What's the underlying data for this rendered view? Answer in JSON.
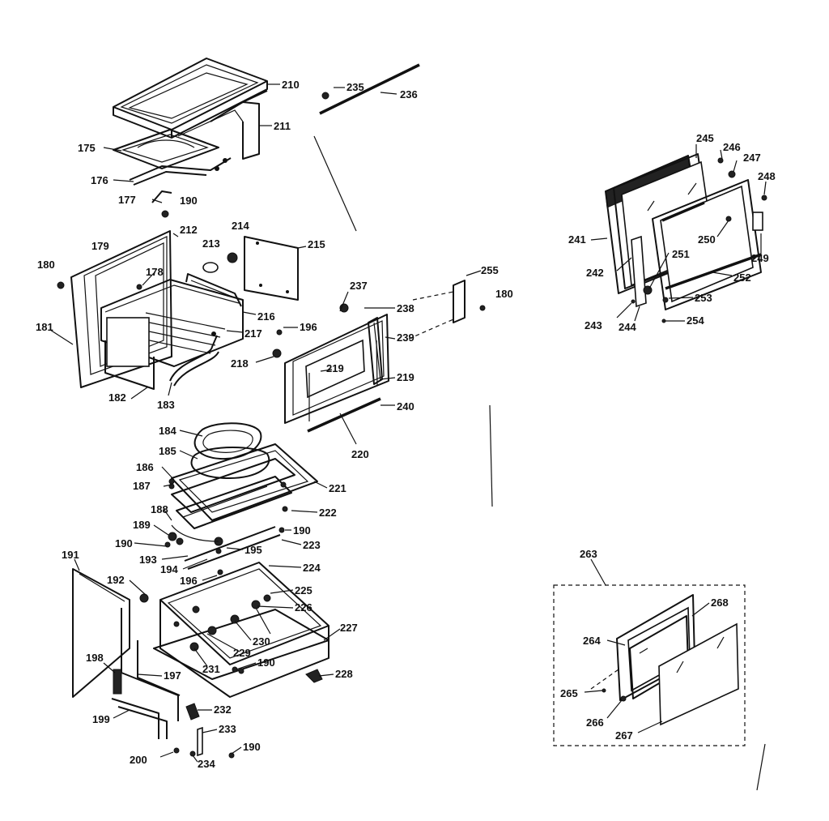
{
  "parts": [
    {
      "id": "p210",
      "label": "210"
    },
    {
      "id": "p211",
      "label": "211"
    },
    {
      "id": "p175",
      "label": "175"
    },
    {
      "id": "p176",
      "label": "176"
    },
    {
      "id": "p177",
      "label": "177"
    },
    {
      "id": "p190a",
      "label": "190"
    },
    {
      "id": "p235",
      "label": "235"
    },
    {
      "id": "p236",
      "label": "236"
    },
    {
      "id": "p179",
      "label": "179"
    },
    {
      "id": "p212",
      "label": "212"
    },
    {
      "id": "p213",
      "label": "213"
    },
    {
      "id": "p214",
      "label": "214"
    },
    {
      "id": "p215",
      "label": "215"
    },
    {
      "id": "p180a",
      "label": "180"
    },
    {
      "id": "p178",
      "label": "178"
    },
    {
      "id": "p216",
      "label": "216"
    },
    {
      "id": "p217",
      "label": "217"
    },
    {
      "id": "p196a",
      "label": "196"
    },
    {
      "id": "p181",
      "label": "181"
    },
    {
      "id": "p218",
      "label": "218"
    },
    {
      "id": "p182",
      "label": "182"
    },
    {
      "id": "p183",
      "label": "183"
    },
    {
      "id": "p237",
      "label": "237"
    },
    {
      "id": "p238",
      "label": "238"
    },
    {
      "id": "p239",
      "label": "239"
    },
    {
      "id": "p255",
      "label": "255"
    },
    {
      "id": "p180b",
      "label": "180"
    },
    {
      "id": "p219a",
      "label": "219"
    },
    {
      "id": "p219b",
      "label": "219"
    },
    {
      "id": "p240",
      "label": "240"
    },
    {
      "id": "p220",
      "label": "220"
    },
    {
      "id": "p245",
      "label": "245"
    },
    {
      "id": "p246",
      "label": "246"
    },
    {
      "id": "p247",
      "label": "247"
    },
    {
      "id": "p248",
      "label": "248"
    },
    {
      "id": "p241",
      "label": "241"
    },
    {
      "id": "p250",
      "label": "250"
    },
    {
      "id": "p249",
      "label": "249"
    },
    {
      "id": "p242",
      "label": "242"
    },
    {
      "id": "p251",
      "label": "251"
    },
    {
      "id": "p252",
      "label": "252"
    },
    {
      "id": "p253",
      "label": "253"
    },
    {
      "id": "p243",
      "label": "243"
    },
    {
      "id": "p244",
      "label": "244"
    },
    {
      "id": "p254",
      "label": "254"
    },
    {
      "id": "p184",
      "label": "184"
    },
    {
      "id": "p185",
      "label": "185"
    },
    {
      "id": "p186",
      "label": "186"
    },
    {
      "id": "p187",
      "label": "187"
    },
    {
      "id": "p221",
      "label": "221"
    },
    {
      "id": "p188",
      "label": "188"
    },
    {
      "id": "p222",
      "label": "222"
    },
    {
      "id": "p189",
      "label": "189"
    },
    {
      "id": "p190b",
      "label": "190"
    },
    {
      "id": "p190c",
      "label": "190"
    },
    {
      "id": "p223",
      "label": "223"
    },
    {
      "id": "p193",
      "label": "193"
    },
    {
      "id": "p195",
      "label": "195"
    },
    {
      "id": "p194",
      "label": "194"
    },
    {
      "id": "p196b",
      "label": "196"
    },
    {
      "id": "p191",
      "label": "191"
    },
    {
      "id": "p224",
      "label": "224"
    },
    {
      "id": "p192",
      "label": "192"
    },
    {
      "id": "p225",
      "label": "225"
    },
    {
      "id": "p226",
      "label": "226"
    },
    {
      "id": "p227",
      "label": "227"
    },
    {
      "id": "p229",
      "label": "229"
    },
    {
      "id": "p230",
      "label": "230"
    },
    {
      "id": "p231",
      "label": "231"
    },
    {
      "id": "p198",
      "label": "198"
    },
    {
      "id": "p197",
      "label": "197"
    },
    {
      "id": "p190d",
      "label": "190"
    },
    {
      "id": "p228",
      "label": "228"
    },
    {
      "id": "p199",
      "label": "199"
    },
    {
      "id": "p232",
      "label": "232"
    },
    {
      "id": "p233",
      "label": "233"
    },
    {
      "id": "p200",
      "label": "200"
    },
    {
      "id": "p234",
      "label": "234"
    },
    {
      "id": "p190e",
      "label": "190"
    },
    {
      "id": "p263",
      "label": "263"
    },
    {
      "id": "p268",
      "label": "268"
    },
    {
      "id": "p264",
      "label": "264"
    },
    {
      "id": "p265",
      "label": "265"
    },
    {
      "id": "p266",
      "label": "266"
    },
    {
      "id": "p267",
      "label": "267"
    }
  ]
}
